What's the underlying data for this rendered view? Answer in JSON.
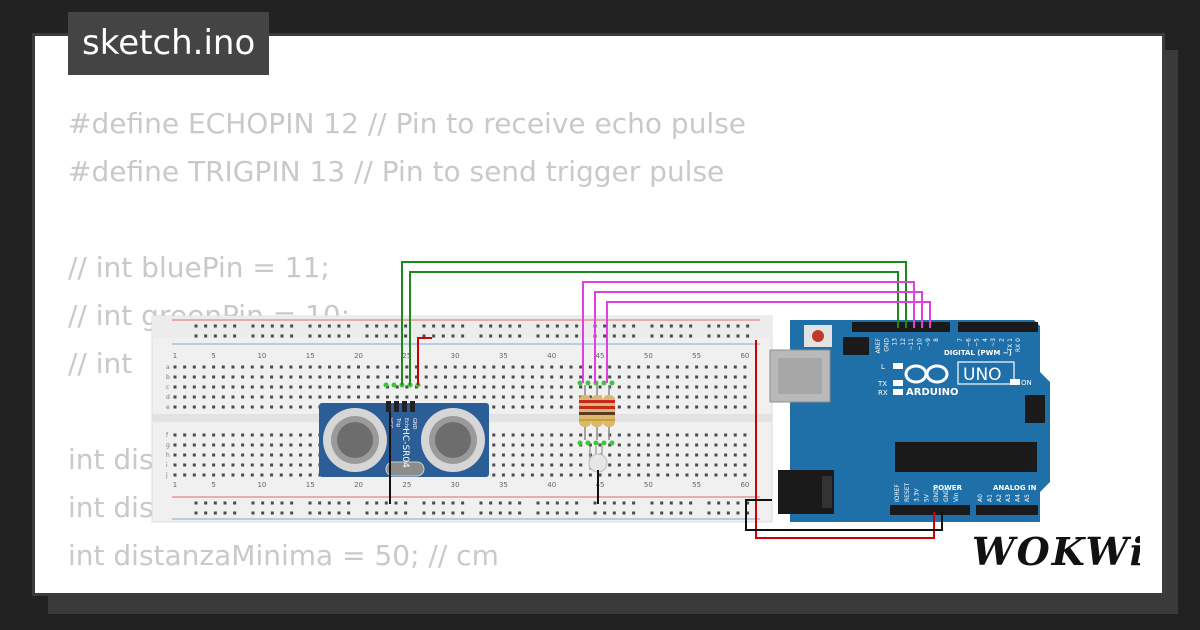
{
  "editor": {
    "filename": "sketch.ino",
    "code_lines": [
      "#define ECHOPIN 12 // Pin to receive echo pulse",
      "#define TRIGPIN 13 // Pin to send trigger pulse",
      "",
      "// int bluePin = 11;",
      "// int greenPin = 10;",
      "// int",
      "",
      "int dis",
      "int dis",
      "int distanzaMinima = 50; // cm"
    ]
  },
  "breadboard": {
    "column_numbers": [
      "1",
      "5",
      "10",
      "15",
      "20",
      "25",
      "30",
      "35",
      "40",
      "45",
      "50",
      "55",
      "60"
    ],
    "row_letters_top": [
      "a",
      "b",
      "c",
      "d",
      "e"
    ],
    "row_letters_bottom": [
      "f",
      "g",
      "h",
      "i",
      "j"
    ]
  },
  "sensor": {
    "model": "HC-SR04",
    "pins": [
      "VCC",
      "Trig",
      "Echo",
      "GND"
    ]
  },
  "arduino": {
    "brand": "ARDUINO",
    "model": "UNO",
    "digital_label": "DIGITAL (PWM ~)",
    "power_label": "POWER",
    "analog_label": "ANALOG IN",
    "on_label": "ON",
    "led_labels": [
      "L",
      "TX",
      "RX"
    ],
    "top_pins": [
      "AREF",
      "GND",
      "13",
      "12",
      "~11",
      "~10",
      "~9",
      "8",
      "7",
      "~6",
      "~5",
      "4",
      "~3",
      "2",
      "TX 1",
      "RX 0"
    ],
    "bottom_pins": [
      "IOREF",
      "RESET",
      "3.3V",
      "5V",
      "GND",
      "GND",
      "Vin",
      "A0",
      "A1",
      "A2",
      "A3",
      "A4",
      "A5"
    ]
  },
  "brand": {
    "logo_text": "WOKWi"
  },
  "colors": {
    "background": "#222222",
    "wire_green": "#1a8a1a",
    "wire_magenta": "#e040e0",
    "wire_red": "#d00000",
    "wire_black": "#111111",
    "board_blue": "#1f6fa8",
    "sensor_blue": "#2b5d96"
  }
}
